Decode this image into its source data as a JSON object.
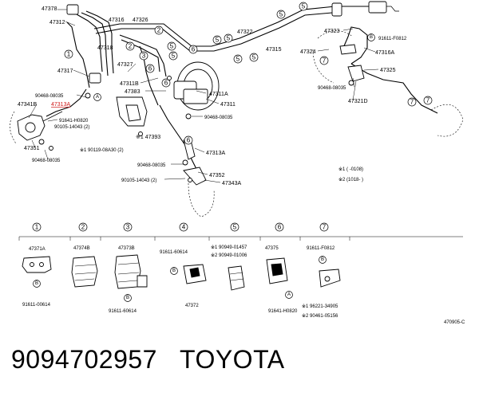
{
  "diagram": {
    "part_labels": {
      "p47378": "47378",
      "p47316": "47316",
      "p47326": "47326",
      "p47312": "47312",
      "p47318": "47318",
      "p47327": "47327",
      "p47317": "47317",
      "p47322": "47322",
      "p47315": "47315",
      "p47323": "47323",
      "p91611_f0812_top": "91611-F0812",
      "p47324": "47324",
      "p47316a": "47316A",
      "p47325": "47325",
      "p90468_08035_right": "90468-08035",
      "p47321d": "47321D",
      "p90468_08035_a": "90468-08035",
      "p47311b": "47311B",
      "p47383": "47383",
      "p47311a": "47311A",
      "p47311": "47311",
      "p47341b": "47341B",
      "p47313a_red": "47313A",
      "p91641_h0820": "91641-H0820",
      "p90105_14043_a": "90105-14043 (2)",
      "p47351": "47351",
      "p90468_08035_b": "90468-08035",
      "p47393": "※1 47393",
      "p90468_08035_c": "90468-08035",
      "p90119_08a30": "※1 90119-08A30 (2)",
      "p47313a": "47313A",
      "p90468_08035_d": "90468-08035",
      "p47352": "47352",
      "p90105_14043_b": "90105-14043 (2)",
      "p47343a": "47343A"
    },
    "legend": {
      "line1": "※1 (      -0108)",
      "line2": "※2 (1018-      )"
    },
    "callouts": [
      "1",
      "2",
      "3",
      "4",
      "5",
      "6",
      "7"
    ],
    "detail": {
      "c1": {
        "num": "1",
        "top": "47371A",
        "bottom": "91611-00614",
        "badge": "B"
      },
      "c2": {
        "num": "2",
        "top": "47374B"
      },
      "c3": {
        "num": "3",
        "top": "47373B",
        "bottom": "91611-60614",
        "badge": "B"
      },
      "c4": {
        "num": "4",
        "top": "91611-60614",
        "bottom": "47372",
        "badge": "B"
      },
      "c5": {
        "num": "5",
        "top1": "※1 90949-01457",
        "top2": "※2 90949-01006"
      },
      "c6": {
        "num": "6",
        "top": "47375",
        "bottom": "91641-H0820",
        "badge": "A"
      },
      "c7": {
        "num": "7",
        "top": "91611-F0812",
        "bottom1": "※1 96221-34905",
        "bottom2": "※2 90461-05156",
        "badge": "B"
      }
    },
    "badges": {
      "a": "A",
      "b": "B"
    },
    "figure_code": "470905-C"
  },
  "caption": {
    "part_number": "9094702957",
    "brand": "TOYOTA"
  }
}
